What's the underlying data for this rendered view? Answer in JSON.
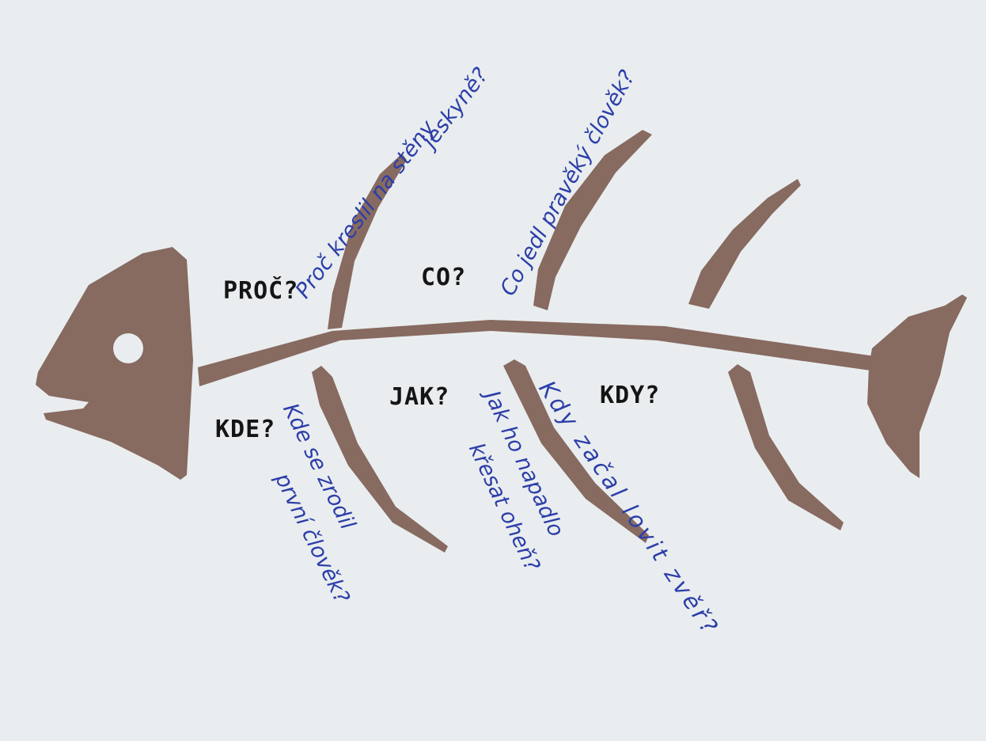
{
  "diagram": {
    "type": "fishbone",
    "colors": {
      "paper": "#e9edef",
      "fish": "#876a60",
      "category_text": "#151515",
      "handwriting": "#2c3ea8"
    },
    "categories": {
      "proc": "PROČ?",
      "co": "CO?",
      "kde": "KDE?",
      "jak": "JAK?",
      "kdy": "KDY?"
    },
    "notes": {
      "proc_1": "Proč kreslil na stěny",
      "proc_2": "jeskyně?",
      "co": "Co jedl pravěký člověk?",
      "kde_1": "Kde se zrodil",
      "kde_2": "první člověk?",
      "jak_1": "Jak ho napadlo",
      "jak_2": "křesat oheň?",
      "kdy": "Kdy začal lovit zvěř?"
    }
  }
}
